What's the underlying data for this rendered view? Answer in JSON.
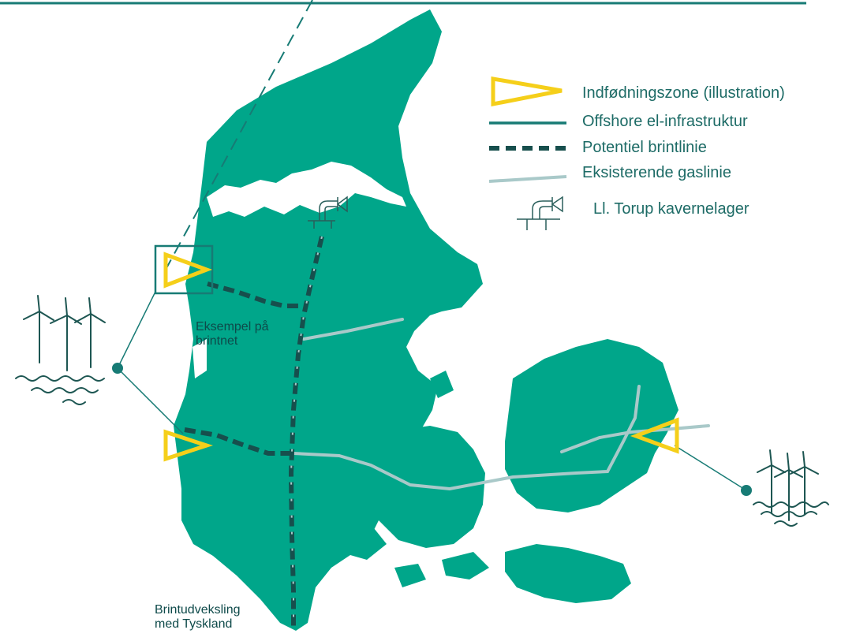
{
  "colors": {
    "land": "#00a68a",
    "water": "#ffffff",
    "zone": "#f5cf1a",
    "offshore": "#177b75",
    "hydrogen": "#174f4d",
    "gas": "#a9c9c9",
    "storage_icon": "#2a5f5b",
    "label_dark": "#0e4a4a"
  },
  "legend": {
    "items": [
      {
        "label": "Indfødningszone (illustration)",
        "symbol": "zone-outline"
      },
      {
        "label": "Offshore el-infrastruktur",
        "symbol": "solid-line"
      },
      {
        "label": "Potentiel brintlinie",
        "symbol": "dashed-line"
      },
      {
        "label": "Eksisterende gaslinie",
        "symbol": "gas-line"
      },
      {
        "label": "Ll. Torup kavernelager",
        "symbol": "storage-icon"
      }
    ]
  },
  "map_labels": {
    "example_line1": "Eksempel på",
    "example_line2": "brintnet",
    "exchange_line1": "Brintudveksling",
    "exchange_line2": "med Tyskland"
  },
  "icons": [
    "wind-farm-west-icon",
    "wind-farm-east-icon",
    "cavern-storage-icon"
  ]
}
